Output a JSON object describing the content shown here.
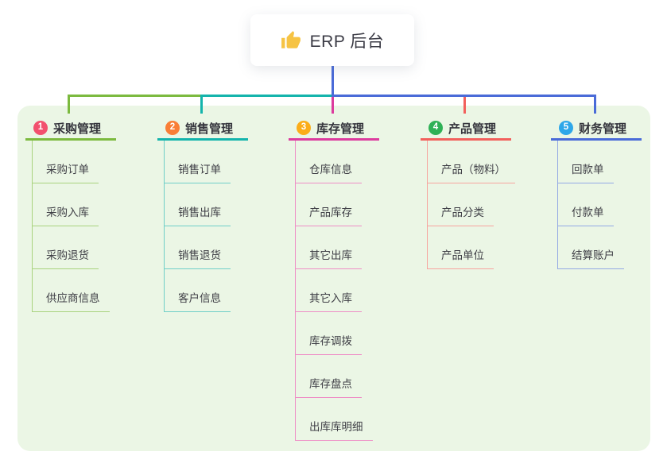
{
  "root": {
    "icon": "thumbs-up",
    "label": "ERP 后台"
  },
  "theme": {
    "canvas_bg": "#FFFFFF",
    "panel_bg": "#EBF6E5",
    "connector_blue": "#4A6BD8",
    "root_text_color": "#3B3B45",
    "thumb_icon_color": "#F6C343",
    "branch_title_color": "#35353D",
    "child_text_color": "#3F3F46"
  },
  "branches": [
    {
      "num": "1",
      "label": "采购管理",
      "badge_color": "#F2506E",
      "line_color": "#7CBA3F",
      "child_line_color": "#A9D37E",
      "children": [
        "采购订单",
        "采购入库",
        "采购退货",
        "供应商信息"
      ]
    },
    {
      "num": "2",
      "label": "销售管理",
      "badge_color": "#F97E36",
      "line_color": "#14B4AC",
      "child_line_color": "#6FCFC8",
      "children": [
        "销售订单",
        "销售出库",
        "销售退货",
        "客户信息"
      ]
    },
    {
      "num": "3",
      "label": "库存管理",
      "badge_color": "#FBAD19",
      "line_color": "#DC3C9E",
      "child_line_color": "#EE8EC6",
      "children": [
        "仓库信息",
        "产品库存",
        "其它出库",
        "其它入库",
        "库存调拨",
        "库存盘点",
        "出库库明细"
      ]
    },
    {
      "num": "4",
      "label": "产品管理",
      "badge_color": "#2FB156",
      "line_color": "#F2605C",
      "child_line_color": "#F7A49E",
      "children": [
        "产品（物料）",
        "产品分类",
        "产品单位"
      ]
    },
    {
      "num": "5",
      "label": "财务管理",
      "badge_color": "#2EA7E9",
      "line_color": "#4A6BD8",
      "child_line_color": "#93A9E4",
      "children": [
        "回款单",
        "付款单",
        "结算账户"
      ]
    }
  ]
}
